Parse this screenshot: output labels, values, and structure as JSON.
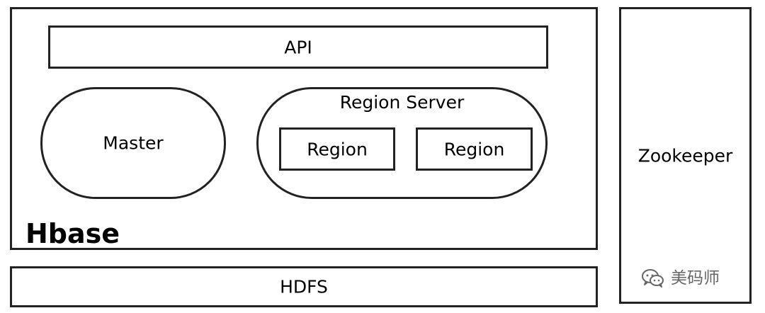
{
  "diagram": {
    "api": "API",
    "master": "Master",
    "region_server": "Region Server",
    "regions": [
      "Region",
      "Region"
    ],
    "hbase": "Hbase",
    "hdfs": "HDFS",
    "zookeeper": "Zookeeper"
  },
  "watermark": {
    "text": "美码师",
    "icon": "wechat-icon"
  },
  "colors": {
    "line": "#222222",
    "text": "#000000",
    "watermark": "#666666"
  }
}
